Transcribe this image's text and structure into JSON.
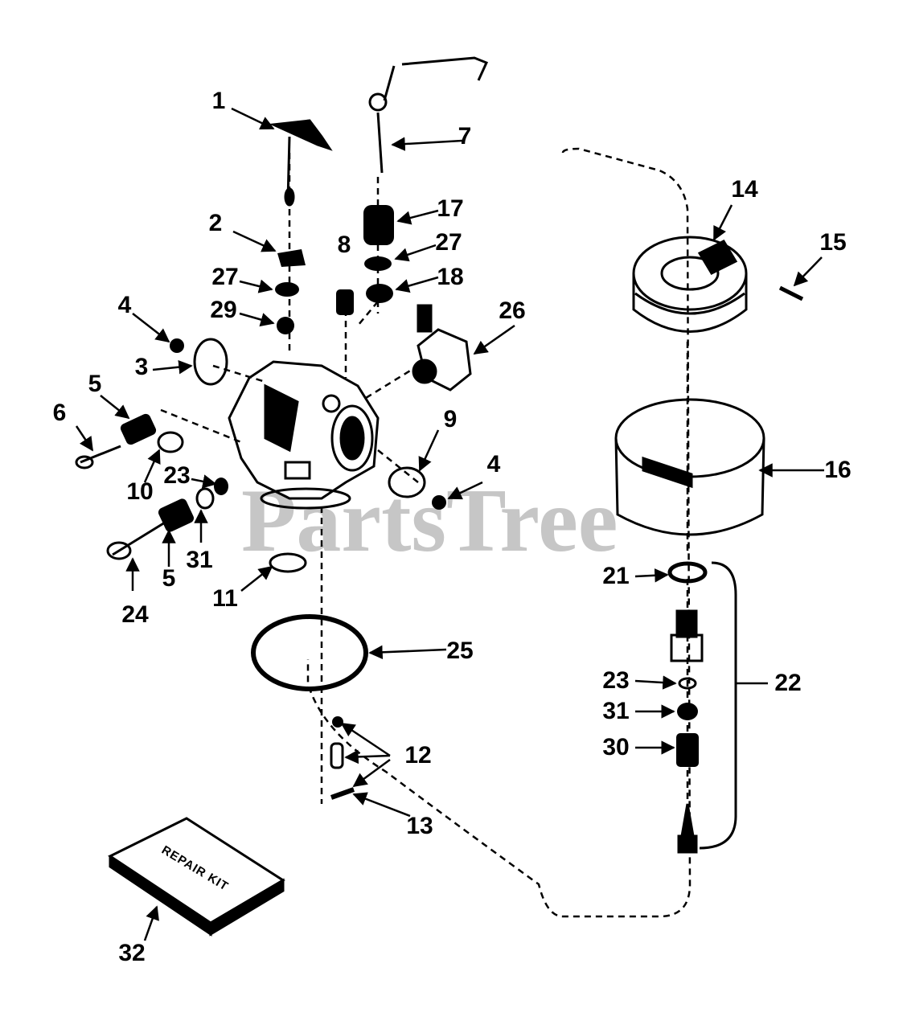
{
  "watermark": "PartsTree",
  "repair_kit_text": "REPAIR KIT",
  "colors": {
    "ink": "#000000",
    "watermark": "#bdbdbd",
    "background": "#ffffff"
  },
  "callouts": {
    "c1": "1",
    "c2": "2",
    "c3": "3",
    "c4a": "4",
    "c4b": "4",
    "c5a": "5",
    "c5b": "5",
    "c6": "6",
    "c7": "7",
    "c8": "8",
    "c9": "9",
    "c10": "10",
    "c11": "11",
    "c12": "12",
    "c13": "13",
    "c14": "14",
    "c15": "15",
    "c16": "16",
    "c17": "17",
    "c18": "18",
    "c21": "21",
    "c22": "22",
    "c23a": "23",
    "c23b": "23",
    "c24": "24",
    "c25": "25",
    "c26": "26",
    "c27a": "27",
    "c27b": "27",
    "c29": "29",
    "c30": "30",
    "c31a": "31",
    "c31b": "31",
    "c32": "32"
  }
}
